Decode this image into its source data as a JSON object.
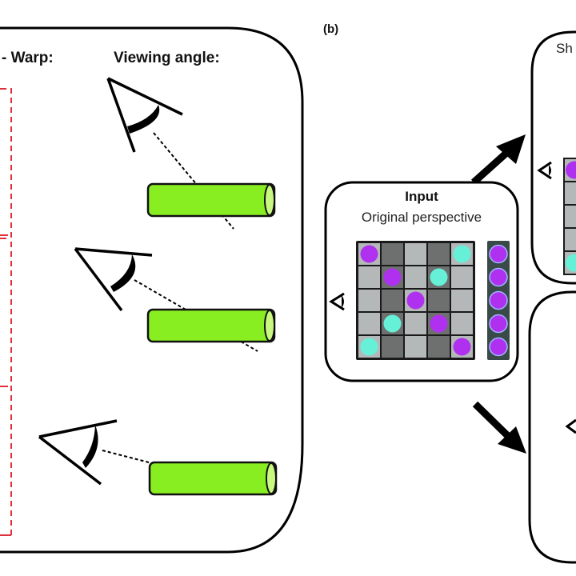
{
  "panel_a": {
    "warp_label": "- Warp:",
    "viewing_angle_label": "Viewing angle:",
    "rows": [
      {
        "view": "steep-top"
      },
      {
        "view": "medium"
      },
      {
        "view": "shallow"
      }
    ],
    "warp_color": "#e0303a",
    "rod_color": "#88ee22"
  },
  "panel_b": {
    "tag": "(b)",
    "input_box": {
      "title": "Input",
      "subtitle": "Original perspective",
      "grid": {
        "rows": 5,
        "cols": 5,
        "column_shades": [
          "light",
          "dark",
          "light",
          "dark",
          "light"
        ],
        "dots": [
          {
            "row": 0,
            "col": 0,
            "color": "purple"
          },
          {
            "row": 0,
            "col": 4,
            "color": "cyan"
          },
          {
            "row": 1,
            "col": 1,
            "color": "purple"
          },
          {
            "row": 1,
            "col": 3,
            "color": "cyan"
          },
          {
            "row": 2,
            "col": 2,
            "color": "purple"
          },
          {
            "row": 3,
            "col": 1,
            "color": "cyan"
          },
          {
            "row": 3,
            "col": 3,
            "color": "purple"
          },
          {
            "row": 4,
            "col": 0,
            "color": "cyan"
          },
          {
            "row": 4,
            "col": 4,
            "color": "purple"
          }
        ]
      },
      "side_column": [
        "purple",
        "purple",
        "purple",
        "purple",
        "purple"
      ]
    },
    "top_output_box": {
      "title_partial": "Sh",
      "grid_visible_column": [
        "purple",
        "gray",
        "gray",
        "gray",
        "cyan"
      ]
    },
    "bottom_output_box": {},
    "colors": {
      "purple": "#b030f0",
      "cyan": "#66f0d8",
      "light_cell": "#b4b8b8",
      "dark_cell": "#6e7070",
      "grid_line": "#1a1a1a"
    }
  }
}
